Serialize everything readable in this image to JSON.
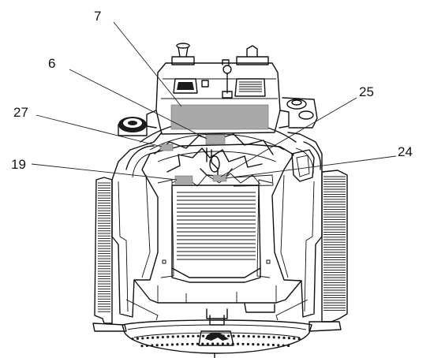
{
  "callouts": [
    {
      "id": "7",
      "text": "7"
    },
    {
      "id": "6",
      "text": "6"
    },
    {
      "id": "25",
      "text": "25"
    },
    {
      "id": "27",
      "text": "27"
    },
    {
      "id": "24",
      "text": "24"
    },
    {
      "id": "19",
      "text": "19"
    }
  ],
  "colors": {
    "line": "#111111",
    "decal": "#a9a9a9",
    "background": "#ffffff"
  }
}
